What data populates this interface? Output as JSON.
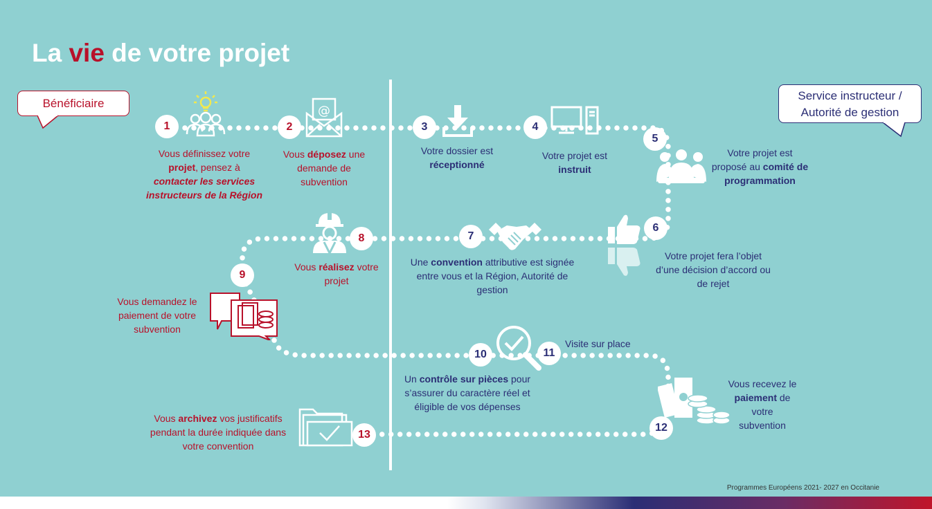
{
  "title": {
    "prefix": "La ",
    "highlight": "vie",
    "suffix": " de votre projet"
  },
  "colors": {
    "background": "#8fd0d1",
    "beneficiaire": "#b8112a",
    "service": "#2b2e75",
    "icon_light": "#ffffff",
    "bulb": "#f2e94e"
  },
  "roles": {
    "beneficiaire": "Bénéficiaire",
    "service_line1": "Service instructeur /",
    "service_line2": "Autorité de gestion"
  },
  "steps": [
    {
      "n": "1",
      "icon": "team-idea-icon",
      "lines": [
        [
          {
            "t": "Vous définissez votre"
          }
        ],
        [
          {
            "t": "projet",
            "b": true
          },
          {
            "t": ", pensez à"
          }
        ],
        [
          {
            "t": "contacter les services",
            "b": true,
            "i": true
          }
        ],
        [
          {
            "t": "instructeurs de la Région",
            "b": true,
            "i": true
          }
        ]
      ]
    },
    {
      "n": "2",
      "icon": "email-envelope-icon",
      "lines": [
        [
          {
            "t": "Vous "
          },
          {
            "t": "déposez",
            "b": true
          },
          {
            "t": " une"
          }
        ],
        [
          {
            "t": "demande de"
          }
        ],
        [
          {
            "t": "subvention"
          }
        ]
      ]
    },
    {
      "n": "3",
      "icon": "download-icon",
      "lines": [
        [
          {
            "t": "Votre dossier est"
          }
        ],
        [
          {
            "t": "réceptionné",
            "b": true
          }
        ]
      ]
    },
    {
      "n": "4",
      "icon": "computer-icon",
      "lines": [
        [
          {
            "t": "Votre projet est"
          }
        ],
        [
          {
            "t": "instruit",
            "b": true
          }
        ]
      ]
    },
    {
      "n": "5",
      "icon": "committee-meeting-icon",
      "lines": [
        [
          {
            "t": "Votre projet est"
          }
        ],
        [
          {
            "t": "proposé au "
          },
          {
            "t": "comité de",
            "b": true
          }
        ],
        [
          {
            "t": "programmation",
            "b": true
          }
        ]
      ]
    },
    {
      "n": "6",
      "icon": "thumbs-up-down-icon",
      "lines": [
        [
          {
            "t": "Votre projet fera l’objet"
          }
        ],
        [
          {
            "t": "d’une décision d’accord ou"
          }
        ],
        [
          {
            "t": "de rejet"
          }
        ]
      ]
    },
    {
      "n": "7",
      "icon": "handshake-icon",
      "lines": [
        [
          {
            "t": "Une "
          },
          {
            "t": "convention",
            "b": true
          },
          {
            "t": " attributive est signée"
          }
        ],
        [
          {
            "t": "entre vous et la Région, Autorité de"
          }
        ],
        [
          {
            "t": "gestion"
          }
        ]
      ]
    },
    {
      "n": "8",
      "icon": "worker-icon",
      "lines": [
        [
          {
            "t": "Vous "
          },
          {
            "t": "réalisez",
            "b": true
          },
          {
            "t": " votre"
          }
        ],
        [
          {
            "t": "projet"
          }
        ]
      ]
    },
    {
      "n": "9",
      "icon": "payment-request-icon",
      "lines": [
        [
          {
            "t": "Vous demandez le"
          }
        ],
        [
          {
            "t": "paiement de votre"
          }
        ],
        [
          {
            "t": "subvention"
          }
        ]
      ]
    },
    {
      "n": "10",
      "icon": "magnifier-check-icon",
      "lines": [
        [
          {
            "t": "Un "
          },
          {
            "t": "contrôle sur pièces",
            "b": true
          },
          {
            "t": " pour"
          }
        ],
        [
          {
            "t": "s’assurer du caractère réel et"
          }
        ],
        [
          {
            "t": "éligible de vos dépenses"
          }
        ]
      ]
    },
    {
      "n": "11",
      "icon": "",
      "lines": [
        [
          {
            "t": "Visite sur place"
          }
        ]
      ]
    },
    {
      "n": "12",
      "icon": "money-coins-icon",
      "lines": [
        [
          {
            "t": "Vous recevez le"
          }
        ],
        [
          {
            "t": "paiement",
            "b": true
          },
          {
            "t": " de"
          }
        ],
        [
          {
            "t": "votre"
          }
        ],
        [
          {
            "t": "subvention"
          }
        ]
      ]
    },
    {
      "n": "13",
      "icon": "archive-folder-icon",
      "lines": [
        [
          {
            "t": "Vous "
          },
          {
            "t": "archivez",
            "b": true
          },
          {
            "t": " vos justificatifs"
          }
        ],
        [
          {
            "t": "pendant la durée indiquée dans"
          }
        ],
        [
          {
            "t": "votre convention"
          }
        ]
      ]
    }
  ],
  "footer": "Programmes Européens 2021- 2027 en Occitanie"
}
